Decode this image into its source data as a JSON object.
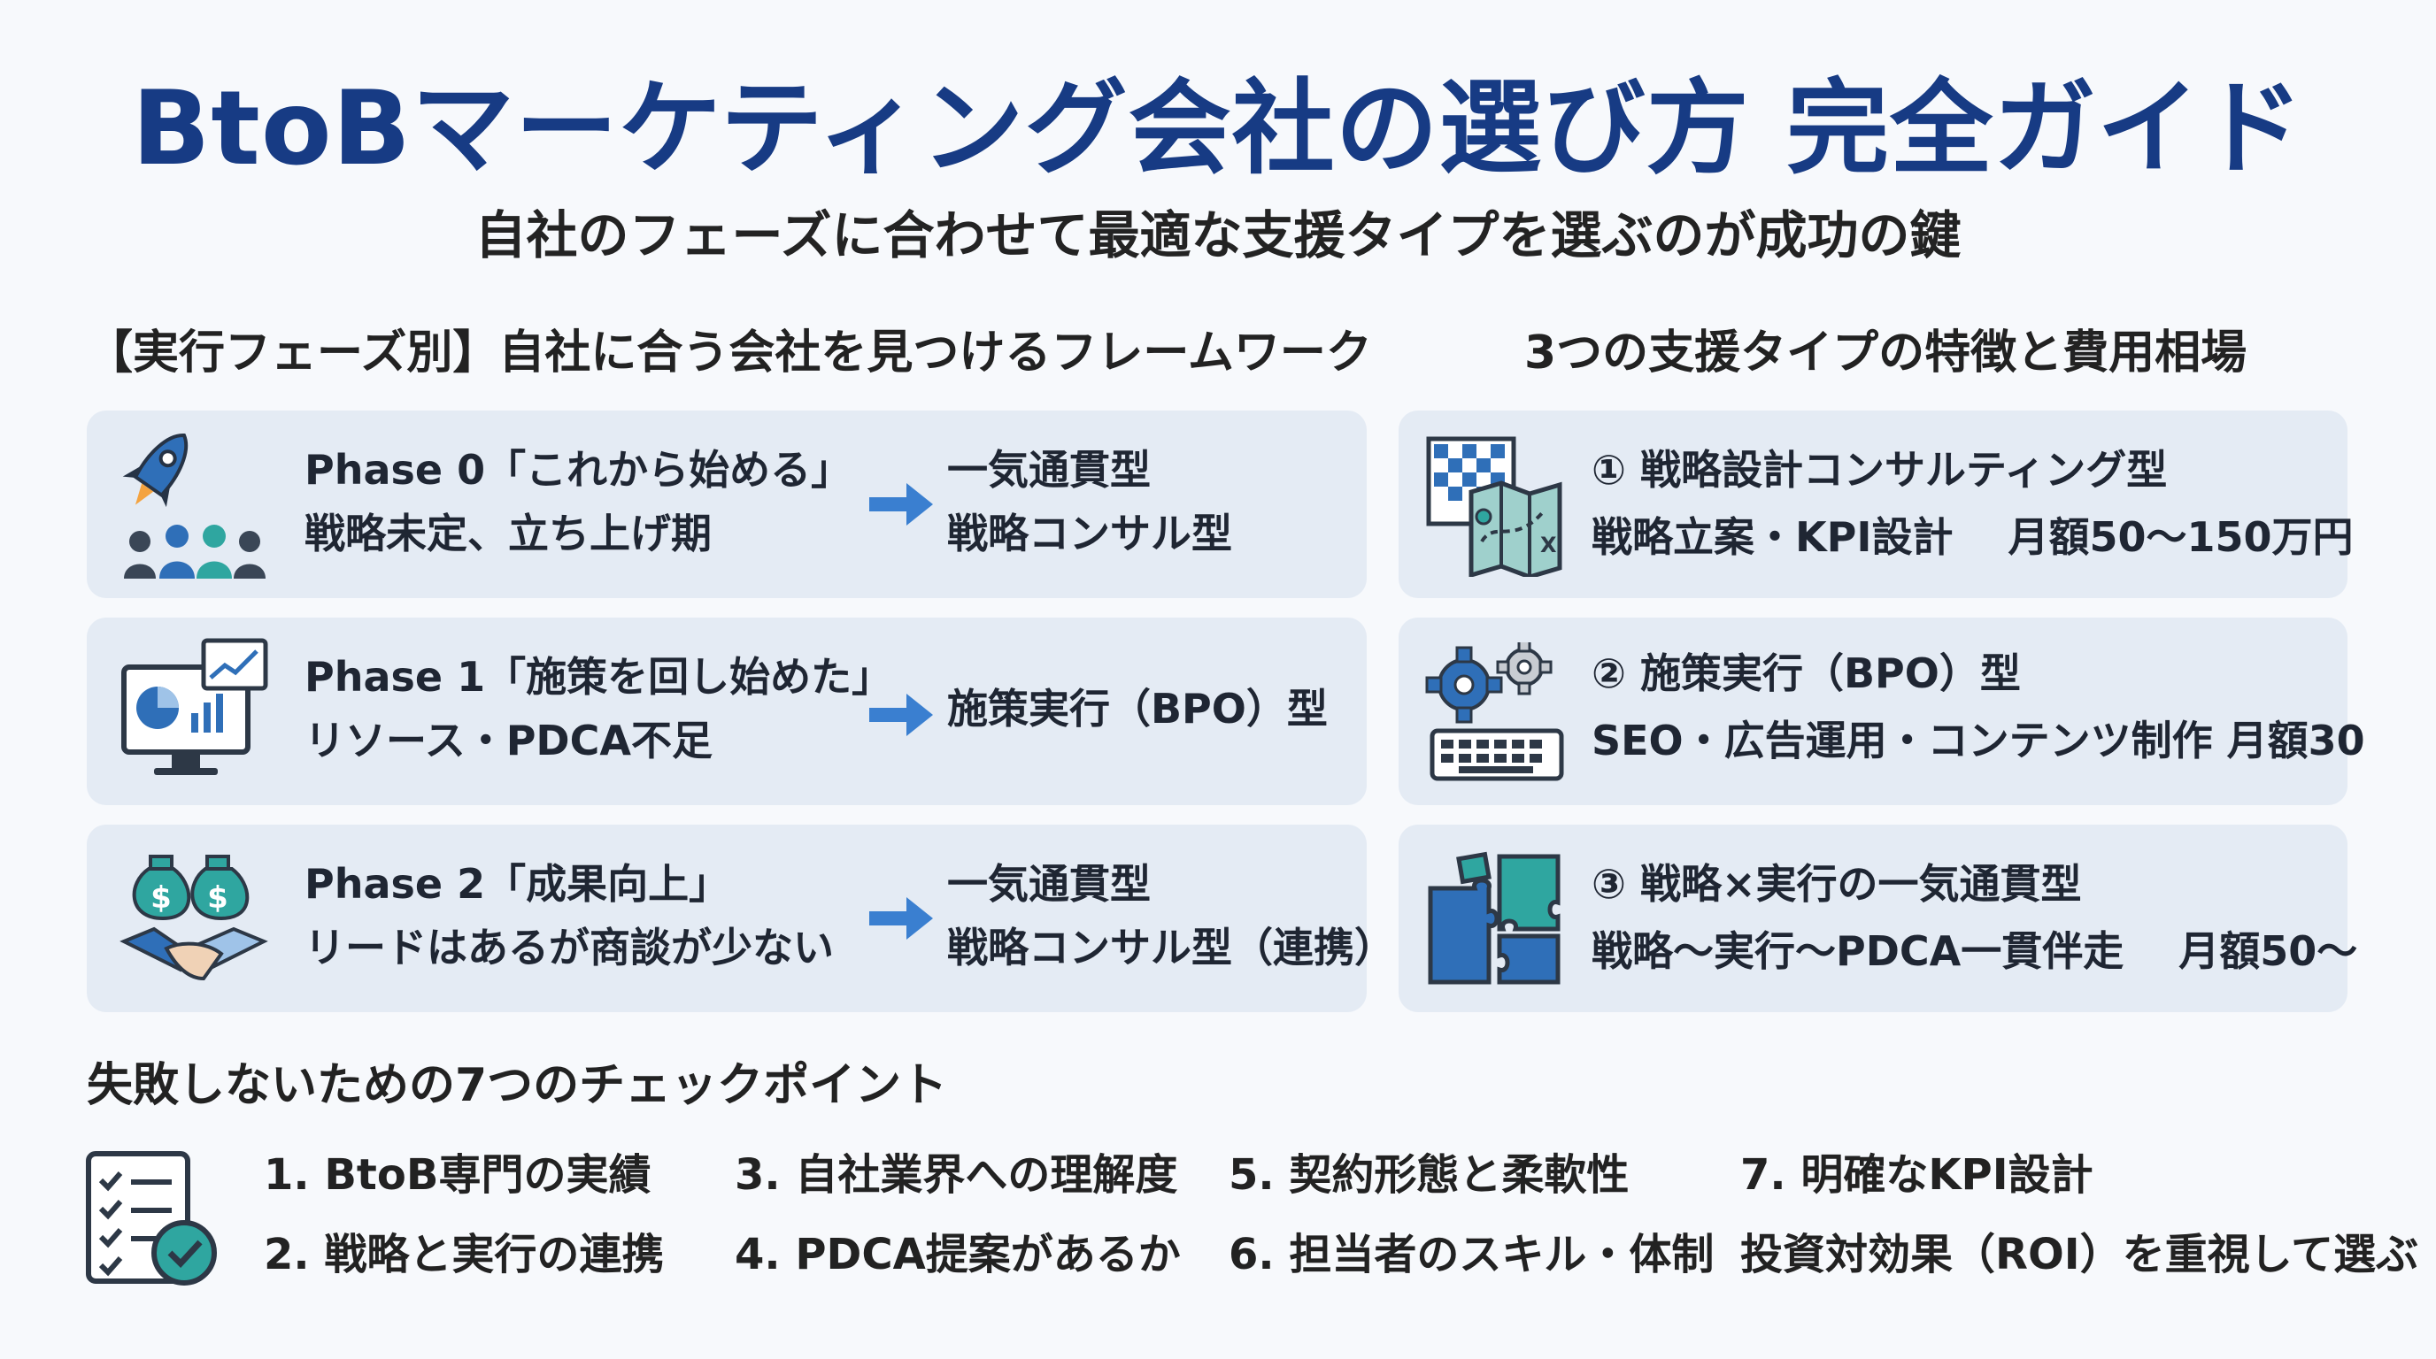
{
  "header": {
    "title": "BtoBマーケティング会社の選び方 完全ガイド",
    "subtitle": "自社のフェーズに合わせて最適な支援タイプを選ぶのが成功の鍵"
  },
  "framework": {
    "heading": "【実行フェーズ別】自社に合う会社を見つけるフレームワーク",
    "phases": [
      {
        "title": "Phase 0「これから始める」",
        "description": "戦略未定、立ち上げ期",
        "recommendation_lines": [
          "一気通貫型",
          "戦略コンサル型"
        ],
        "icon": "rocket-team-icon"
      },
      {
        "title": "Phase 1「施策を回し始めた」",
        "description": "リソース・PDCA不足",
        "recommendation_lines": [
          "施策実行（BPO）型"
        ],
        "icon": "analytics-monitor-icon"
      },
      {
        "title": "Phase 2「成果向上」",
        "description": "リードはあるが商談が少ない",
        "recommendation_lines": [
          "一気通貫型",
          "戦略コンサル型（連携）"
        ],
        "icon": "handshake-money-icon"
      }
    ]
  },
  "support_types": {
    "heading": "3つの支援タイプの特徴と費用相場",
    "items": [
      {
        "title": "① 戦略設計コンサルティング型",
        "detail": "戦略立案・KPI設計　 月額50〜150万円",
        "icon": "strategy-map-icon"
      },
      {
        "title": "② 施策実行（BPO）型",
        "detail": "SEO・広告運用・コンテンツ制作  月額30",
        "icon": "gears-keyboard-icon"
      },
      {
        "title": "③ 戦略×実行の一気通貫型",
        "detail": "戦略〜実行〜PDCA一貫伴走　 月額50〜",
        "icon": "puzzle-icon"
      }
    ]
  },
  "checkpoints": {
    "heading": "失敗しないための7つのチェックポイント",
    "items": [
      "1. BtoB専門の実績",
      "2. 戦略と実行の連携",
      "3. 自社業界への理解度",
      "4. PDCA提案があるか",
      "5. 契約形態と柔軟性",
      "6. 担当者のスキル・体制",
      "7. 明確なKPI設計",
      "投資対効果（ROI）を重視して選ぶ"
    ],
    "icon": "checklist-icon"
  },
  "colors": {
    "title": "#173b84",
    "card_bg": "#e4ebf4",
    "arrow": "#3a7fd0",
    "accent_teal": "#2fa6a0",
    "dark_icon": "#333d4a"
  }
}
